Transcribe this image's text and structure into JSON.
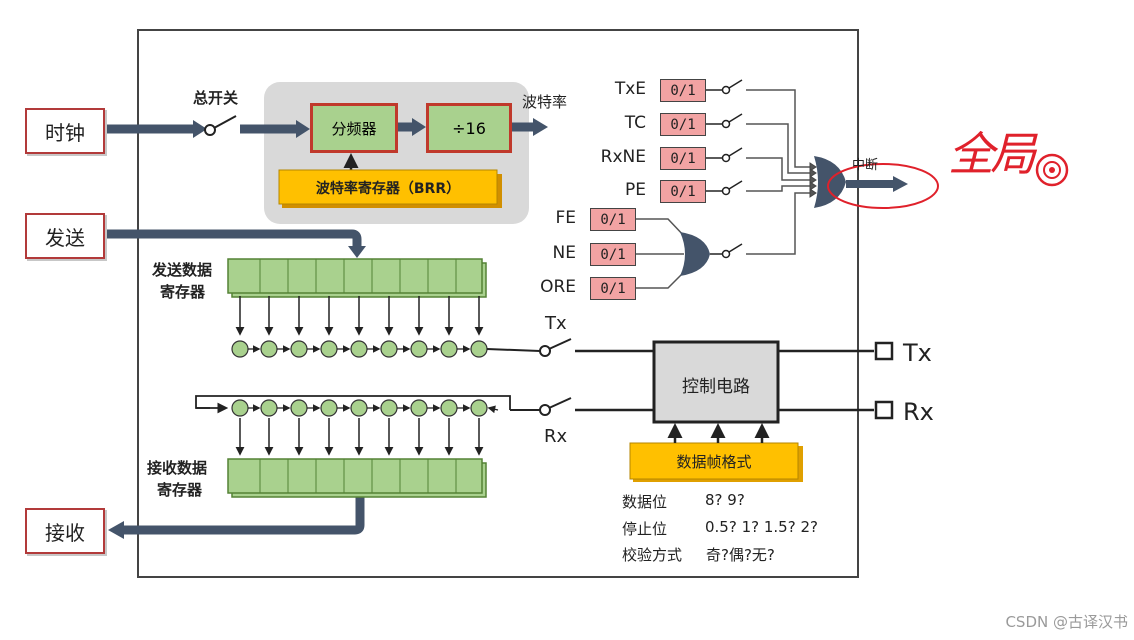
{
  "left_labels": {
    "clock": "时钟",
    "send": "发送",
    "receive": "接收"
  },
  "clock_path": {
    "main_switch": "总开关",
    "divider": "分频器",
    "div16": "÷16",
    "baud_out": "波特率",
    "brr": "波特率寄存器（BRR）"
  },
  "send_register": {
    "line1": "发送数据",
    "line2": "寄存器"
  },
  "receive_register": {
    "line1": "接收数据",
    "line2": "寄存器"
  },
  "flags_upper": [
    {
      "name": "TxE",
      "value": "0/1"
    },
    {
      "name": "TC",
      "value": "0/1"
    },
    {
      "name": "RxNE",
      "value": "0/1"
    },
    {
      "name": "PE",
      "value": "0/1"
    }
  ],
  "flags_lower": [
    {
      "name": "FE",
      "value": "0/1"
    },
    {
      "name": "NE",
      "value": "0/1"
    },
    {
      "name": "ORE",
      "value": "0/1"
    }
  ],
  "interrupt_label": "中断",
  "annotation": "全局",
  "tx_switch": "Tx",
  "rx_switch": "Rx",
  "control": "控制电路",
  "pin_tx": "Tx",
  "pin_rx": "Rx",
  "frame_format": "数据帧格式",
  "settings": [
    {
      "label": "数据位",
      "value": "8? 9?"
    },
    {
      "label": "停止位",
      "value": "0.5? 1? 1.5? 2?"
    },
    {
      "label": "校验方式",
      "value": "奇?偶?无?"
    }
  ],
  "watermark": "CSDN @古译汉书",
  "colors": {
    "arrow": "#44546a",
    "register_green": "#a9d18e",
    "register_border": "#548235",
    "brr_yellow": "#ffc000",
    "flag_pink": "#f2a3a3",
    "annotation_red": "#e0212b"
  }
}
